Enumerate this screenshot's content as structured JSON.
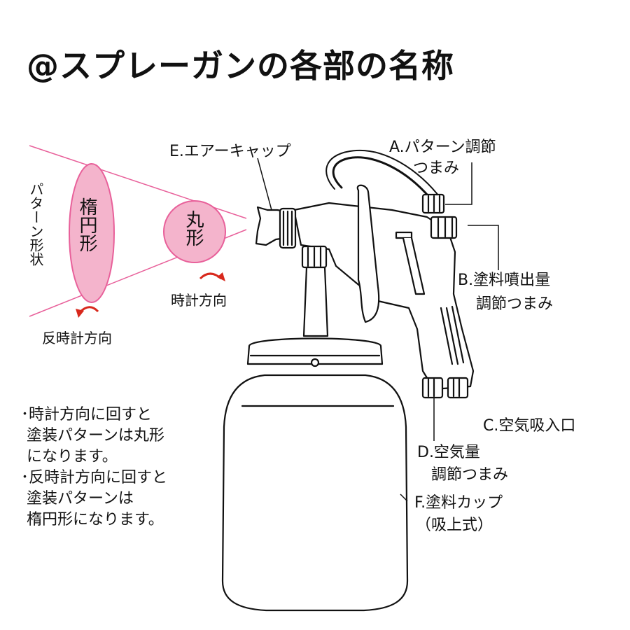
{
  "title": "@スプレーガンの各部の名称",
  "labels": {
    "e_air_cap": "E.エアーキャップ",
    "a_pattern_line1": "A.パターン調節",
    "a_pattern_line2": "つまみ",
    "b_paint_line1": "B.塗料噴出量",
    "b_paint_line2": "調節つまみ",
    "c_air_inlet": "C.空気吸入口",
    "d_air_line1": "D.空気量",
    "d_air_line2": "調節つまみ",
    "f_cup_line1": "F.塗料カップ",
    "f_cup_line2": "（吸上式）"
  },
  "pattern": {
    "vertical_label": "パターン形状",
    "ellipse_label": "楕円形",
    "round_label": "丸形",
    "clockwise": "時計方向",
    "counterclockwise": "反時計方向"
  },
  "notes": [
    "･時計方向に回すと",
    "塗装パターンは丸形",
    "になります。",
    "･反時計方向に回すと",
    "塗装パターンは",
    "楕円形になります。"
  ],
  "colors": {
    "pink_fill": "#f4b4cc",
    "pink_stroke": "#e8609a",
    "arrow_red": "#d8281c"
  }
}
